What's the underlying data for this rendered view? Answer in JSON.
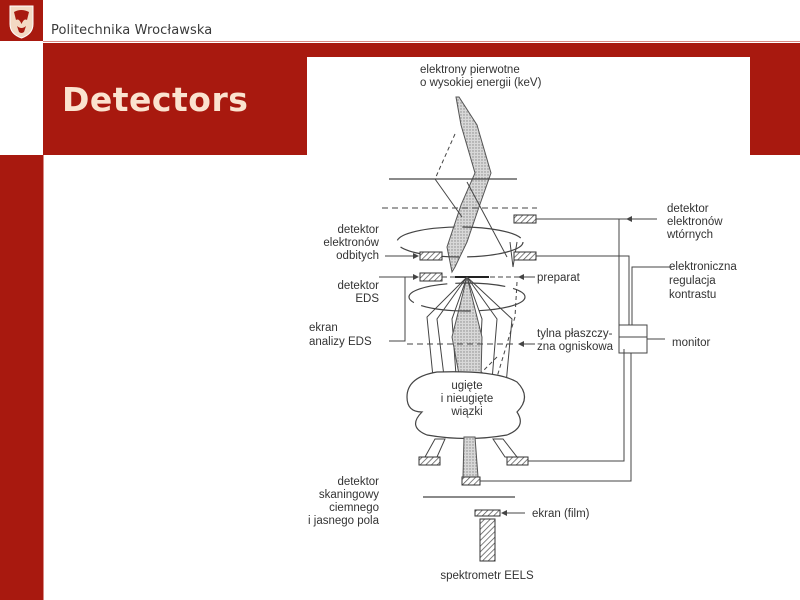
{
  "header": {
    "brand": "Politechnika Wrocławska",
    "logo_icon": "eagle-crest-icon",
    "title": "Detectors"
  },
  "colors": {
    "brand_red": "#a8190f",
    "title_text": "#fbe3cf"
  },
  "diagram": {
    "source_label_1": "elektrony pierwotne",
    "source_label_2": "o wysokiej energii (keV)",
    "secondary_det_1": "detektor",
    "secondary_det_2": "elektronów",
    "secondary_det_3": "wtórnych",
    "backscatter_1": "detektor",
    "backscatter_2": "elektronów",
    "backscatter_3": "odbitych",
    "specimen": "preparat",
    "eds_1": "detektor",
    "eds_2": "EDS",
    "contrast_1": "elektroniczna",
    "contrast_2": "regulacja",
    "contrast_3": "kontrastu",
    "eds_screen_1": "ekran",
    "eds_screen_2": "analizy EDS",
    "focal_1": "tylna płaszczy-",
    "focal_2": "zna ogniskowa",
    "monitor": "monitor",
    "beams_1": "ugięte",
    "beams_2": "i nieugięte",
    "beams_3": "wiązki",
    "stem_1": "detektor",
    "stem_2": "skaningowy",
    "stem_3": "ciemnego",
    "stem_4": "i jasnego pola",
    "screen": "ekran (film)",
    "eels": "spektrometr EELS"
  }
}
